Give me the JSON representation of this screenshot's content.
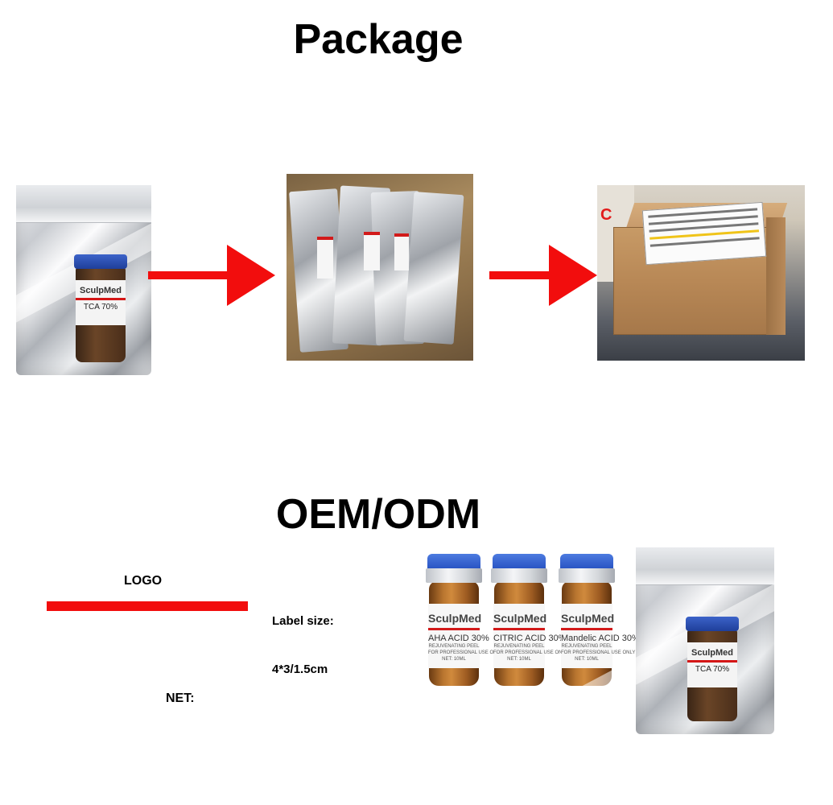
{
  "headings": {
    "package": "Package",
    "oem": "OEM/ODM"
  },
  "pouch_product": {
    "brand": "SculpMed",
    "product": "TCA 70%"
  },
  "oem_fields": {
    "logo": "LOGO",
    "label_size": "Label size:",
    "label_size_value": "4*3/1.5cm",
    "net": "NET:"
  },
  "vials": [
    {
      "brand": "SculpMed",
      "acid": "AHA ACID 30%",
      "sub1": "REJUVENATING PEEL",
      "sub2": "FOR PROFESSIONAL USE ONLY",
      "net": "NET: 10ML"
    },
    {
      "brand": "SculpMed",
      "acid": "CITRIC ACID 30%",
      "sub1": "REJUVENATING PEEL",
      "sub2": "FOR PROFESSIONAL USE ONLY",
      "net": "NET: 10ML"
    },
    {
      "brand": "SculpMed",
      "acid": "Mandelic ACID 30%",
      "sub1": "REJUVENATING PEEL",
      "sub2": "FOR PROFESSIONAL USE ONLY",
      "net": "NET: 10ML"
    }
  ],
  "colors": {
    "arrow": "#f20d0d",
    "cap_blue": "#2550c0",
    "label_stripe": "#d21a1a"
  }
}
